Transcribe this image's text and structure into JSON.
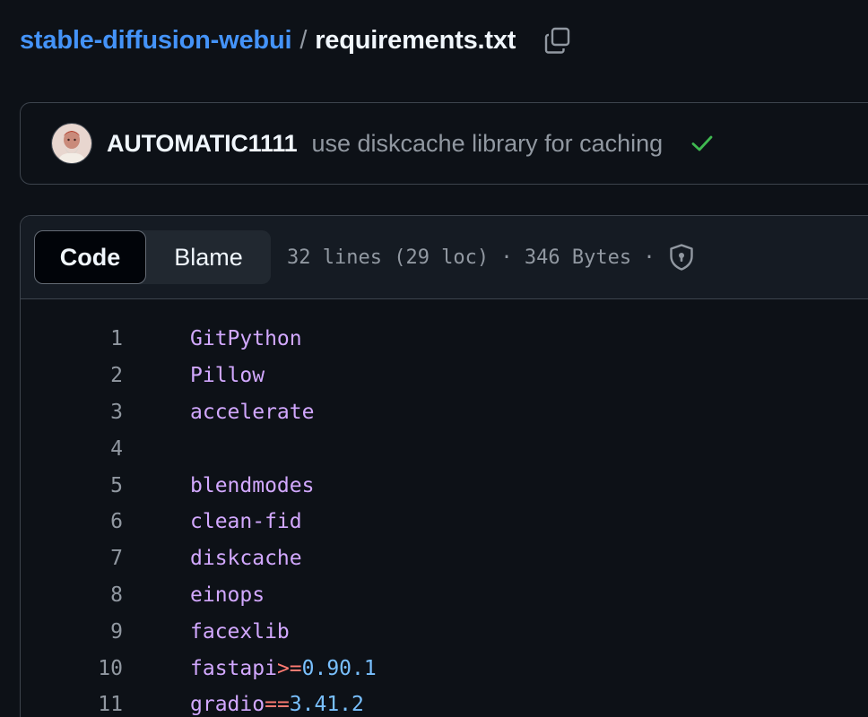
{
  "breadcrumb": {
    "repo": "stable-diffusion-webui",
    "separator": "/",
    "file": "requirements.txt"
  },
  "icons": {
    "copy": "copy-icon",
    "check": "check-icon",
    "shield": "shield-icon"
  },
  "commit": {
    "author": "AUTOMATIC1111",
    "message": "use diskcache library for caching",
    "status": "success"
  },
  "file_header": {
    "tabs": [
      {
        "label": "Code",
        "active": true
      },
      {
        "label": "Blame",
        "active": false
      }
    ],
    "meta": "32 lines (29 loc) · 346 Bytes ·"
  },
  "code_lines": [
    {
      "num": "1",
      "name": "GitPython",
      "op": "",
      "ver": ""
    },
    {
      "num": "2",
      "name": "Pillow",
      "op": "",
      "ver": ""
    },
    {
      "num": "3",
      "name": "accelerate",
      "op": "",
      "ver": ""
    },
    {
      "num": "4",
      "name": "",
      "op": "",
      "ver": ""
    },
    {
      "num": "5",
      "name": "blendmodes",
      "op": "",
      "ver": ""
    },
    {
      "num": "6",
      "name": "clean-fid",
      "op": "",
      "ver": ""
    },
    {
      "num": "7",
      "name": "diskcache",
      "op": "",
      "ver": ""
    },
    {
      "num": "8",
      "name": "einops",
      "op": "",
      "ver": ""
    },
    {
      "num": "9",
      "name": "facexlib",
      "op": "",
      "ver": ""
    },
    {
      "num": "10",
      "name": "fastapi",
      "op": ">=",
      "ver": "0.90.1"
    },
    {
      "num": "11",
      "name": "gradio",
      "op": "==",
      "ver": "3.41.2"
    }
  ],
  "colors": {
    "background": "#0d1117",
    "link": "#4493f8",
    "package": "#d2a8ff",
    "operator": "#ff7b72",
    "version": "#79c0ff",
    "success": "#3fb950"
  }
}
